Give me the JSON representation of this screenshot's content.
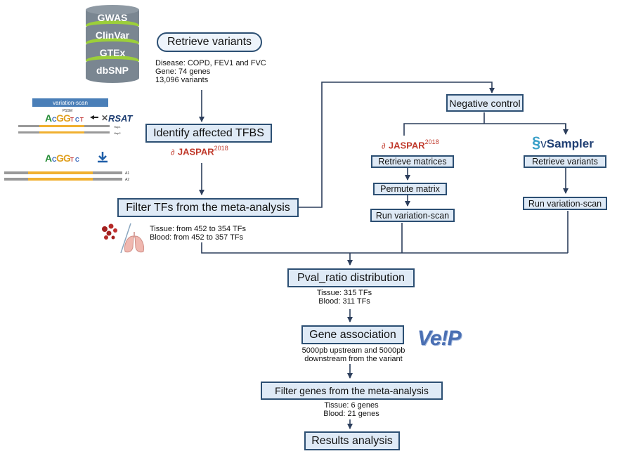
{
  "databases": [
    "GWAS",
    "ClinVar",
    "GTEx",
    "dbSNP"
  ],
  "steps": {
    "retrieve_variants": "Retrieve variants",
    "identify_tfbs": "Identify affected TFBS",
    "filter_tfs": "Filter TFs from the meta-analysis",
    "negative_control": "Negative control",
    "retrieve_matrices": "Retrieve matrices",
    "permute_matrix": "Permute matrix",
    "run_variation_scan_left": "Run variation-scan",
    "retrieve_variants_vs": "Retrieve variants",
    "run_variation_scan_right": "Run variation-scan",
    "pval_ratio": "Pval_ratio distribution",
    "gene_association": "Gene association",
    "filter_genes": "Filter genes from the meta-analysis",
    "results": "Results analysis"
  },
  "notes": {
    "variants": [
      "Disease: COPD, FEV1 and FVC",
      "Gene: 74 genes",
      "13,096 variants"
    ],
    "filter_tfs": [
      "Tissue: from 452 to 354 TFs",
      "Blood: from 452 to  357 TFs"
    ],
    "pval": [
      "Tissue: 315 TFs",
      "Blood: 311 TFs"
    ],
    "gene_assoc": [
      "5000pb upstream and 5000pb",
      "downstream from the variant"
    ],
    "filter_genes": [
      "Tissue: 6 genes",
      "Blood: 21 genes"
    ]
  },
  "logos": {
    "jaspar": "JASPAR",
    "jaspar_year": "2018",
    "vsampler_v": "v",
    "vsampler_rest": "Sampler",
    "vep": "Ve!P",
    "variation_scan": "variation-scan",
    "pssm": "PSSM",
    "rsat": "RSAT",
    "hap1": "Hap1",
    "hap2": "Hap2",
    "a1": "A1",
    "a2": "A2"
  },
  "colors": {
    "box_fill": "#dfeaf6",
    "box_border": "#2c4f73",
    "arrow": "#2c3e5c",
    "jaspar_red": "#c0392b",
    "db_grey": "#7a8691",
    "db_green": "#9ccf3a",
    "vep_blue": "#4a6fb3"
  }
}
